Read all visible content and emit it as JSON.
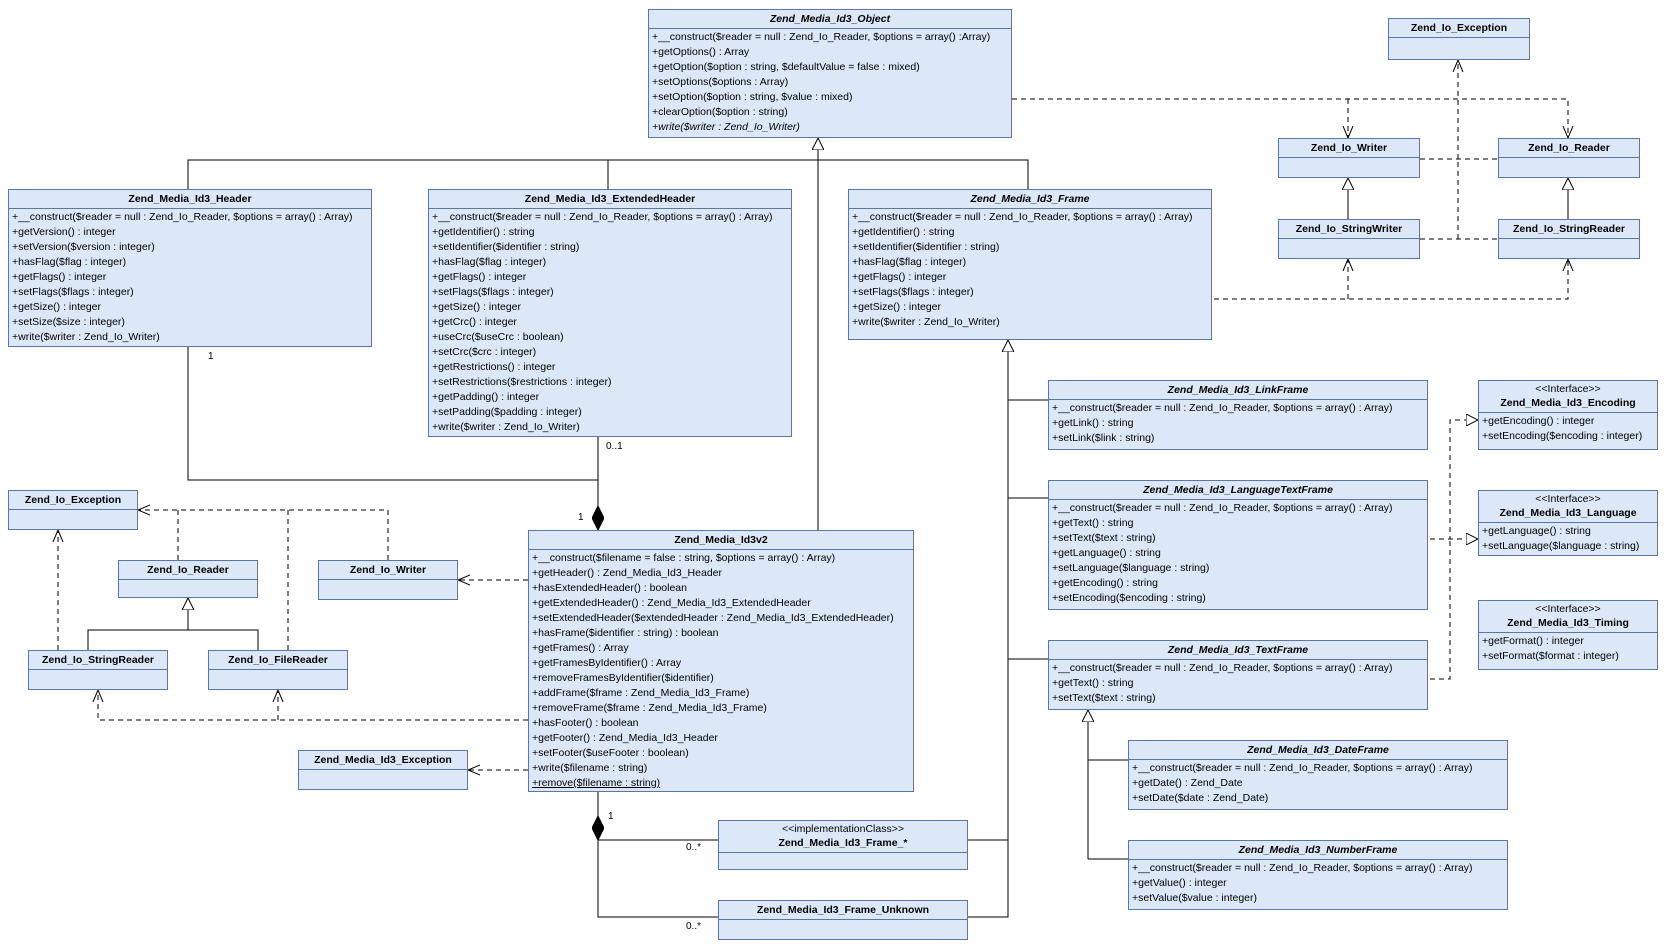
{
  "colors": {
    "classFill": "#dce8f8",
    "classBorder": "#5878a8",
    "line": "#000000"
  },
  "classes": {
    "object": {
      "name": "Zend_Media_Id3_Object",
      "ops": [
        "+__construct($reader = null : Zend_Io_Reader, $options = array() :Array)",
        "+getOptions() : Array",
        "+getOption($option : string, $defaultValue = false : mixed)",
        "+setOptions($options : Array)",
        "+setOption($option : string, $value : mixed)",
        "+clearOption($option : string)",
        "+write($writer : Zend_Io_Writer)"
      ]
    },
    "io_exception_top": {
      "name": "Zend_Io_Exception",
      "ops": []
    },
    "io_writer_top": {
      "name": "Zend_Io_Writer",
      "ops": []
    },
    "io_reader_top": {
      "name": "Zend_Io_Reader",
      "ops": []
    },
    "io_stringwriter": {
      "name": "Zend_Io_StringWriter",
      "ops": []
    },
    "io_stringreader_top": {
      "name": "Zend_Io_StringReader",
      "ops": []
    },
    "header": {
      "name": "Zend_Media_Id3_Header",
      "ops": [
        "+__construct($reader = null : Zend_Io_Reader, $options = array() : Array)",
        "+getVersion() : integer",
        "+setVersion($version : integer)",
        "+hasFlag($flag : integer)",
        "+getFlags() : integer",
        "+setFlags($flags : integer)",
        "+getSize() : integer",
        "+setSize($size : integer)",
        "+write($writer : Zend_Io_Writer)"
      ]
    },
    "extheader": {
      "name": "Zend_Media_Id3_ExtendedHeader",
      "ops": [
        "+__construct($reader = null : Zend_Io_Reader, $options = array() : Array)",
        "+getIdentifier() : string",
        "+setIdentifier($identifier : string)",
        "+hasFlag($flag : integer)",
        "+getFlags() : integer",
        "+setFlags($flags : integer)",
        "+getSize() : integer",
        "+getCrc() : integer",
        "+useCrc($useCrc : boolean)",
        "+setCrc($crc : integer)",
        "+getRestrictions() : integer",
        "+setRestrictions($restrictions : integer)",
        "+getPadding() : integer",
        "+setPadding($padding : integer)",
        "+write($writer : Zend_Io_Writer)"
      ]
    },
    "frame": {
      "name": "Zend_Media_Id3_Frame",
      "ops": [
        "+__construct($reader = null : Zend_Io_Reader, $options = array() : Array)",
        "+getIdentifier() : string",
        "+setIdentifier($identifier : string)",
        "+hasFlag($flag : integer)",
        "+getFlags() : integer",
        "+setFlags($flags : integer)",
        "+getSize() : integer",
        "+write($writer : Zend_Io_Writer)"
      ]
    },
    "linkframe": {
      "name": "Zend_Media_Id3_LinkFrame",
      "ops": [
        "+__construct($reader = null : Zend_Io_Reader, $options = array() : Array)",
        "+getLink() : string",
        "+setLink($link : string)"
      ]
    },
    "encoding": {
      "stereotype": "<<Interface>>",
      "name": "Zend_Media_Id3_Encoding",
      "ops": [
        "+getEncoding() : integer",
        "+setEncoding($encoding : integer)"
      ]
    },
    "langtextframe": {
      "name": "Zend_Media_Id3_LanguageTextFrame",
      "ops": [
        "+__construct($reader = null : Zend_Io_Reader, $options = array() : Array)",
        "+getText() : string",
        "+setText($text : string)",
        "+getLanguage() : string",
        "+setLanguage($language : string)",
        "+getEncoding() : string",
        "+setEncoding($encoding : string)"
      ]
    },
    "language": {
      "stereotype": "<<Interface>>",
      "name": "Zend_Media_Id3_Language",
      "ops": [
        "+getLanguage() : string",
        "+setLanguage($language : string)"
      ]
    },
    "timing": {
      "stereotype": "<<Interface>>",
      "name": "Zend_Media_Id3_Timing",
      "ops": [
        "+getFormat() : integer",
        "+setFormat($format : integer)"
      ]
    },
    "textframe": {
      "name": "Zend_Media_Id3_TextFrame",
      "ops": [
        "+__construct($reader = null : Zend_Io_Reader, $options = array() : Array)",
        "+getText() : string",
        "+setText($text : string)"
      ]
    },
    "dateframe": {
      "name": "Zend_Media_Id3_DateFrame",
      "ops": [
        "+__construct($reader = null : Zend_Io_Reader, $options = array() : Array)",
        "+getDate() : Zend_Date",
        "+setDate($date : Zend_Date)"
      ]
    },
    "numberframe": {
      "name": "Zend_Media_Id3_NumberFrame",
      "ops": [
        "+__construct($reader = null : Zend_Io_Reader, $options = array() : Array)",
        "+getValue() : integer",
        "+setValue($value : integer)"
      ]
    },
    "id3v2": {
      "name": "Zend_Media_Id3v2",
      "ops": [
        "+__construct($filename = false : string, $options = array() : Array)",
        "+getHeader() : Zend_Media_Id3_Header",
        "+hasExtendedHeader() : boolean",
        "+getExtendedHeader() : Zend_Media_Id3_ExtendedHeader",
        "+setExtendedHeader($extendedHeader : Zend_Media_Id3_ExtendedHeader)",
        "+hasFrame($identifier : string) : boolean",
        "+getFrames() : Array",
        "+getFramesByIdentifier() : Array",
        "+removeFramesByIdentifier($identifier)",
        "+addFrame($frame : Zend_Media_Id3_Frame)",
        "+removeFrame($frame : Zend_Media_Id3_Frame)",
        "+hasFooter() : boolean",
        "+getFooter() : Zend_Media_Id3_Header",
        "+setFooter($useFooter : boolean)",
        "+write($filename : string)",
        "+remove($filename : string)"
      ]
    },
    "io_exception_left": {
      "name": "Zend_Io_Exception",
      "ops": []
    },
    "io_reader_left": {
      "name": "Zend_Io_Reader",
      "ops": []
    },
    "io_writer_left": {
      "name": "Zend_Io_Writer",
      "ops": []
    },
    "io_stringreader_left": {
      "name": "Zend_Io_StringReader",
      "ops": []
    },
    "io_filereader": {
      "name": "Zend_Io_FileReader",
      "ops": []
    },
    "id3_exception": {
      "name": "Zend_Media_Id3_Exception",
      "ops": []
    },
    "frame_impl": {
      "stereotype": "<<implementationClass>>",
      "name": "Zend_Media_Id3_Frame_*",
      "ops": []
    },
    "frame_unknown": {
      "name": "Zend_Media_Id3_Frame_Unknown",
      "ops": []
    }
  },
  "multiplicities": {
    "header_end": "1",
    "extheader_end": "0..1",
    "id3v2_top": "1",
    "id3v2_bottom": "1",
    "impl_end": "0..*",
    "unknown_end": "0..*"
  }
}
